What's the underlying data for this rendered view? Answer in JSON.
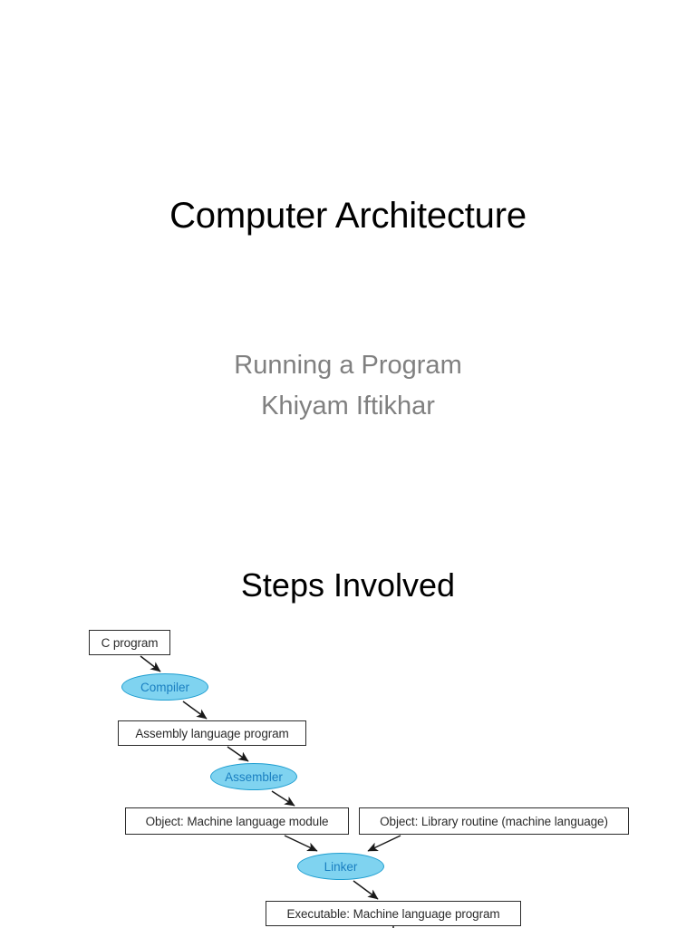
{
  "slide_title": {
    "main": "Computer Architecture",
    "subtitle_lines": [
      "Running a Program",
      "Khiyam Iftikhar"
    ],
    "title_color": "#000000",
    "subtitle_color": "#808080"
  },
  "slide_steps": {
    "heading": "Steps Involved"
  },
  "flowchart": {
    "type": "diagram",
    "box_border_color": "#2b2b2b",
    "box_fill_color": "#ffffff",
    "ellipse_fill_color": "#7fd3f0",
    "ellipse_border_color": "#1f9ed0",
    "ellipse_text_color": "#1a7fc1",
    "arrow_color": "#1a1a1a",
    "nodes": [
      {
        "id": "c-program",
        "label": "C program",
        "shape": "box"
      },
      {
        "id": "compiler",
        "label": "Compiler",
        "shape": "ellipse"
      },
      {
        "id": "assembly",
        "label": "Assembly language program",
        "shape": "box"
      },
      {
        "id": "assembler",
        "label": "Assembler",
        "shape": "ellipse"
      },
      {
        "id": "obj-module",
        "label": "Object: Machine language module",
        "shape": "box"
      },
      {
        "id": "obj-library",
        "label": "Object: Library routine (machine language)",
        "shape": "box"
      },
      {
        "id": "linker",
        "label": "Linker",
        "shape": "ellipse"
      },
      {
        "id": "executable",
        "label": "Executable: Machine language program",
        "shape": "box"
      }
    ],
    "edges": [
      {
        "from": "c-program",
        "to": "compiler"
      },
      {
        "from": "compiler",
        "to": "assembly"
      },
      {
        "from": "assembly",
        "to": "assembler"
      },
      {
        "from": "assembler",
        "to": "obj-module"
      },
      {
        "from": "obj-module",
        "to": "linker"
      },
      {
        "from": "obj-library",
        "to": "linker"
      },
      {
        "from": "linker",
        "to": "executable"
      },
      {
        "from": "executable",
        "to": "(continues below)"
      }
    ]
  }
}
